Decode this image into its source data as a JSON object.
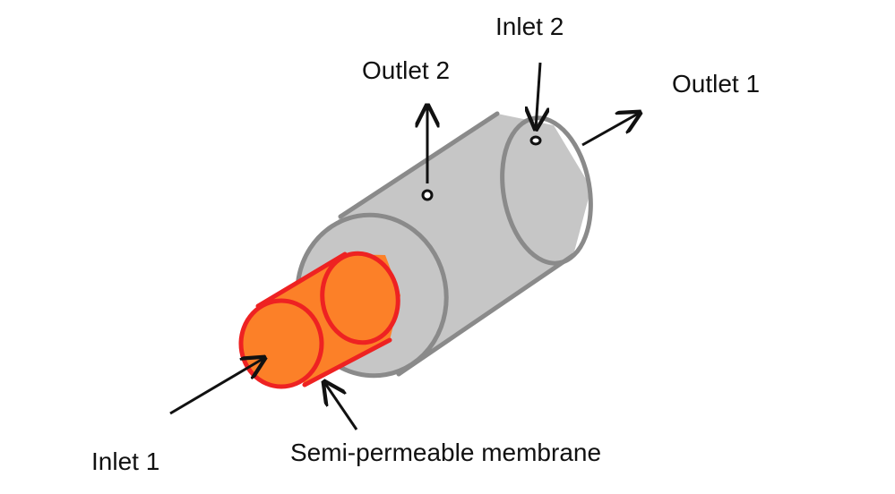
{
  "labels": {
    "inlet_1": "Inlet 1",
    "inlet_2": "Inlet 2",
    "outlet_1": "Outlet 1",
    "outlet_2": "Outlet 2",
    "membrane": "Semi-permeable membrane"
  },
  "colors": {
    "outer_tube_fill": "#c6c6c6",
    "outer_tube_stroke": "#8a8a8a",
    "inner_tube_fill": "#fc8028",
    "inner_tube_stroke": "#ee2222",
    "arrow": "#111111",
    "text": "#111111"
  }
}
